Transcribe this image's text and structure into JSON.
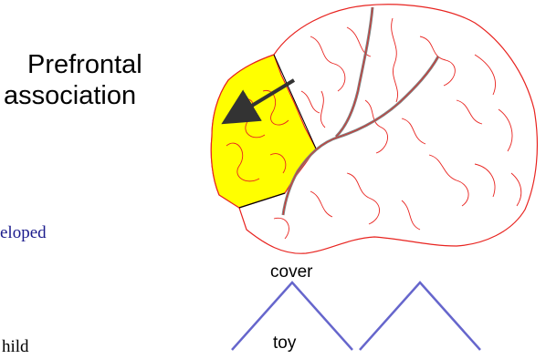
{
  "diagram": {
    "region_label_line1": "Prefrontal",
    "region_label_line2": "association",
    "fragment_developed": "eloped",
    "fragment_child": "hild",
    "cover_label": "cover",
    "toy_label": "toy"
  },
  "colors": {
    "brain_outline": "#e8231f",
    "prefrontal_fill": "#ffff00",
    "sulcus": "#808080",
    "arrow": "#333333",
    "fragment_text": "#1a1a8c",
    "cover_lines": "#6666cc"
  }
}
